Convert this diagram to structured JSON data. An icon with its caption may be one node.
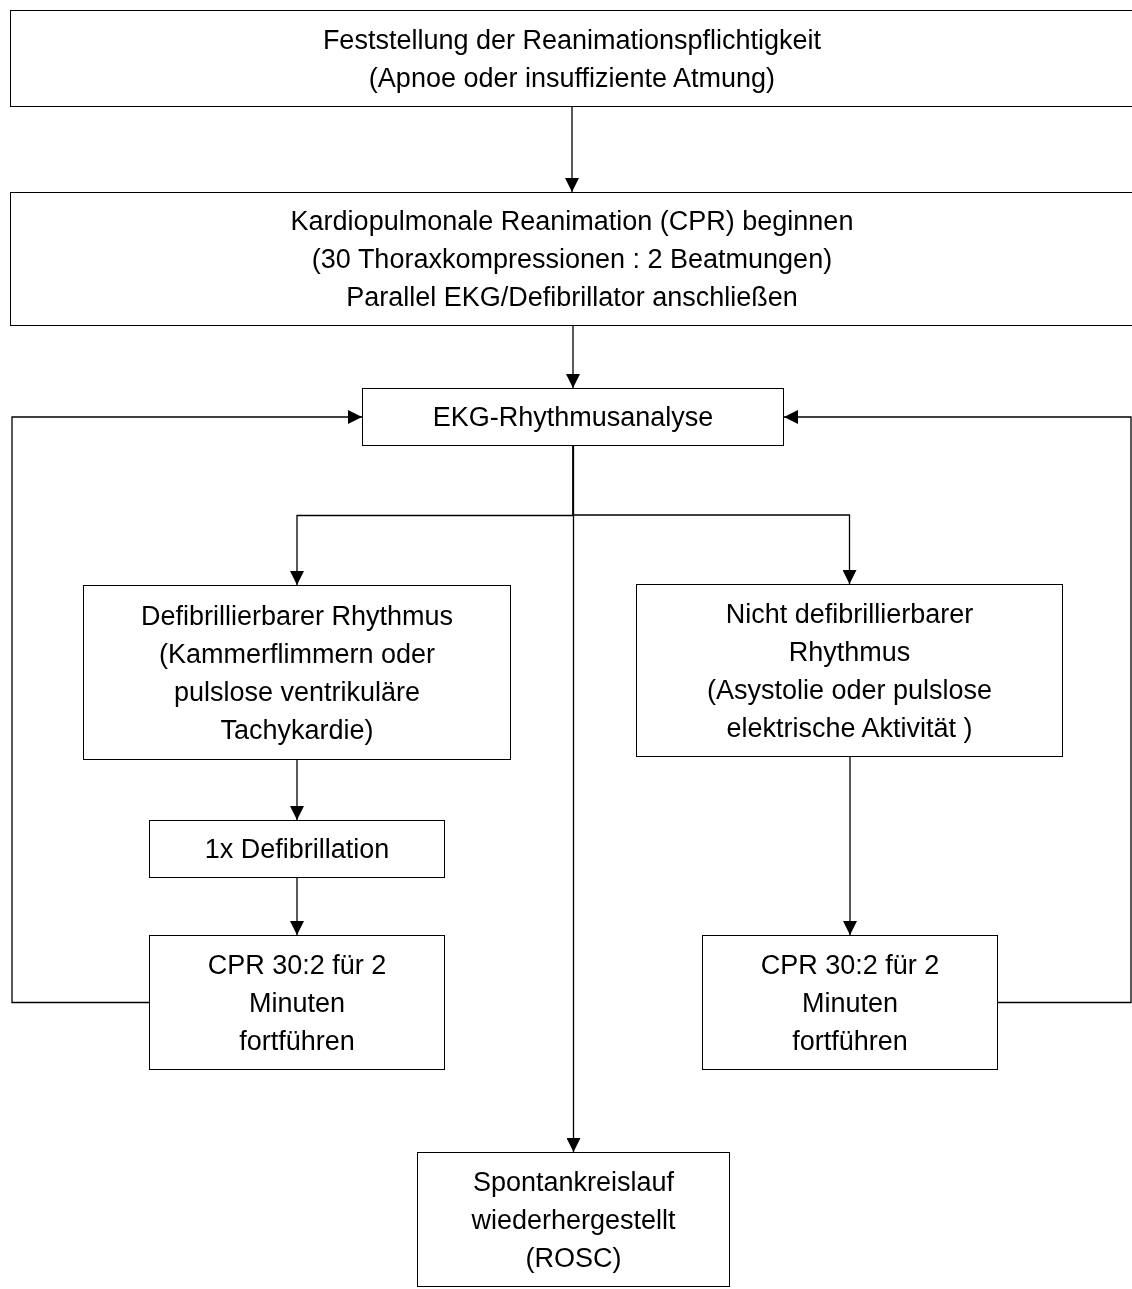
{
  "diagram": {
    "nodes": [
      {
        "text": [
          "Feststellung der Reanimationspflichtigkeit",
          "(Apnoe oder insuffiziente Atmung)"
        ]
      },
      {
        "text": [
          "Kardiopulmonale Reanimation (CPR) beginnen",
          "(30 Thoraxkompressionen : 2 Beatmungen)",
          "Parallel EKG/Defibrillator anschließen"
        ]
      },
      {
        "text": [
          "EKG-Rhythmusanalyse"
        ]
      },
      {
        "text": [
          "Defibrillierbarer Rhythmus",
          "(Kammerflimmern oder pulslose ventrikuläre Tachykardie)"
        ]
      },
      {
        "text": [
          "Nicht defibrillierbarer Rhythmus",
          "(Asystolie oder pulslose elektrische Aktivität )"
        ]
      },
      {
        "text": [
          "1x Defibrillation"
        ]
      },
      {
        "text": [
          "CPR 30:2 für 2 Minuten fortführen"
        ]
      },
      {
        "text": [
          "CPR 30:2 für 2 Minuten fortführen"
        ]
      },
      {
        "text": [
          "Spontankreislauf wiederhergestellt (ROSC)"
        ]
      }
    ],
    "edges": [
      {
        "from": 0,
        "to": 1,
        "arrow": "to"
      },
      {
        "from": 1,
        "to": 2,
        "arrow": "to"
      },
      {
        "from": 2,
        "to": 3,
        "arrow": "to"
      },
      {
        "from": 2,
        "to": 4,
        "arrow": "to"
      },
      {
        "from": 2,
        "to": 8,
        "arrow": "to"
      },
      {
        "from": 3,
        "to": 5,
        "arrow": "to"
      },
      {
        "from": 5,
        "to": 6,
        "arrow": "to"
      },
      {
        "from": 4,
        "to": 7,
        "arrow": "to"
      },
      {
        "from": 6,
        "to": 2,
        "arrow": "to"
      },
      {
        "from": 7,
        "to": 2,
        "arrow": "to"
      }
    ]
  }
}
